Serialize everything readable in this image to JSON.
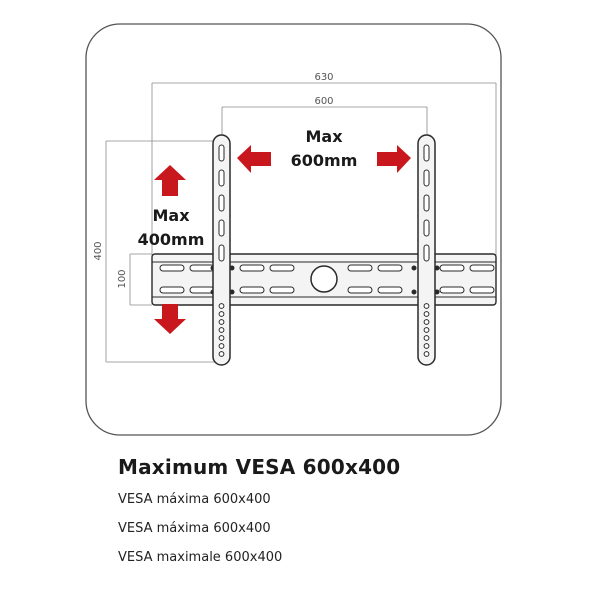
{
  "colors": {
    "arrow": "#c8171d",
    "outline": "#2a2a2a",
    "bracket_fill": "#f4f4f4",
    "dimension_line": "#8a8a8a"
  },
  "dimensions": {
    "overall_width": "630",
    "vesa_width": "600",
    "overall_height": "400",
    "rail_height": "100"
  },
  "labels": {
    "horizontal_max_line1": "Max",
    "horizontal_max_line2": "600mm",
    "vertical_max_line1": "Max",
    "vertical_max_line2": "400mm"
  },
  "captions": {
    "main": "Maximum VESA 600x400",
    "spanish": "VESA máxima 600x400",
    "portuguese": "VESA máxima 600x400",
    "french": "VESA maximale 600x400"
  }
}
